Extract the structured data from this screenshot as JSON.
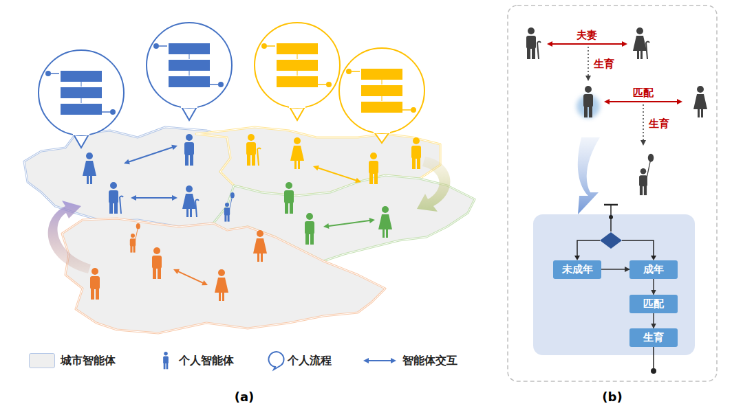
{
  "diagram": {
    "nodes": [
      {
        "text": [
          "未成年"
        ]
      },
      {
        "text": [
          "成年"
        ]
      },
      {
        "text": [
          "匹配"
        ]
      },
      {
        "text": [
          "生育"
        ]
      }
    ],
    "edges": [
      {
        "from": 0,
        "to": 1,
        "arrow": "to"
      },
      {
        "from": 1,
        "to": 2,
        "arrow": "to"
      },
      {
        "from": 2,
        "to": 3,
        "arrow": "to"
      }
    ],
    "labels": [
      "夫妻",
      "生育",
      "匹配",
      "生育",
      "(a)",
      "(b)"
    ],
    "legend": [
      {
        "text": "城市智能体",
        "color": "#efefef"
      },
      {
        "text": "个人智能体"
      },
      {
        "text": "个人流程"
      },
      {
        "text": "智能体交互"
      }
    ]
  }
}
